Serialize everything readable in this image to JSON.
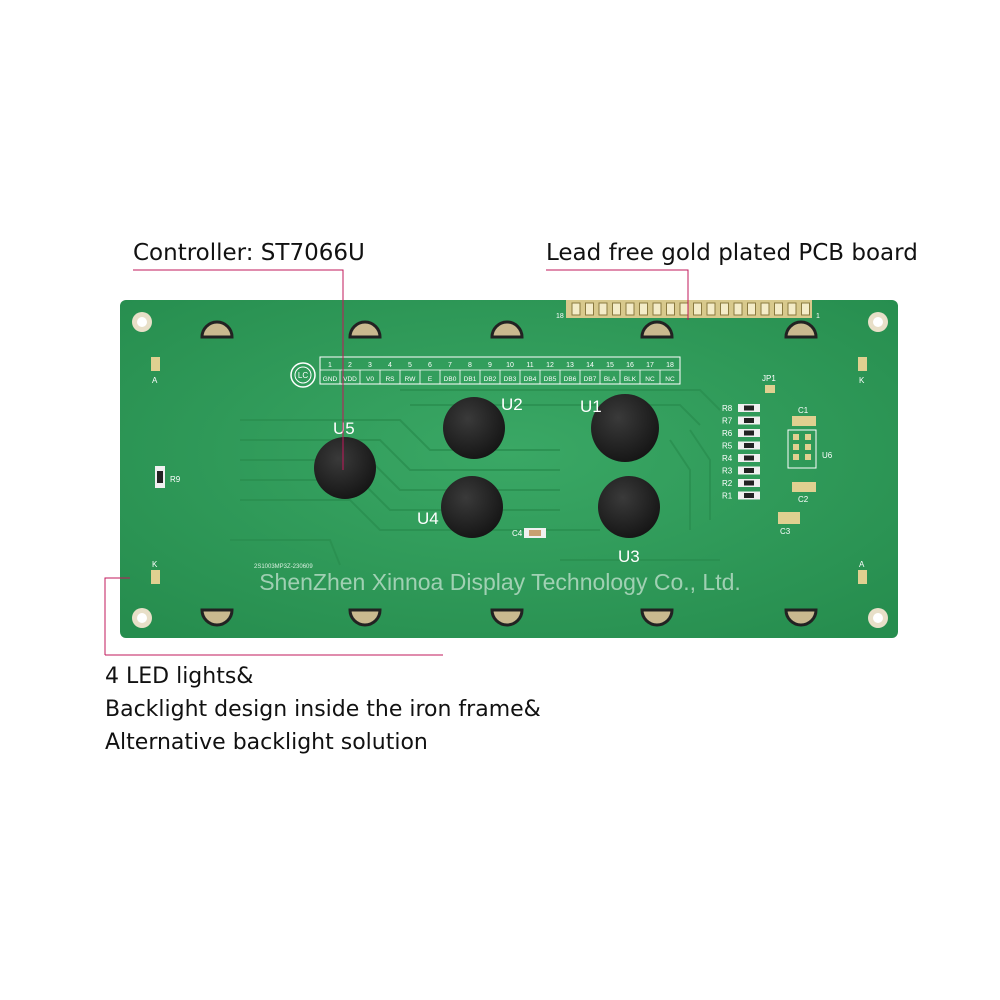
{
  "callouts": {
    "controller": "Controller: ST7066U",
    "pcb": "Lead free gold plated PCB board",
    "led_lines": [
      "4 LED lights&",
      "Backlight design inside the iron frame&",
      "Alternative backlight solution"
    ]
  },
  "board": {
    "watermark": "ShenZhen Xinnoa Display Technology Co., Ltd.",
    "logo_text": "LC",
    "serial": "2S1003MP3Z-230609",
    "pin_start": "18",
    "pin_end": "1",
    "pins": [
      {
        "num": "1",
        "name": "GND"
      },
      {
        "num": "2",
        "name": "VDD"
      },
      {
        "num": "3",
        "name": "V0"
      },
      {
        "num": "4",
        "name": "RS"
      },
      {
        "num": "5",
        "name": "RW"
      },
      {
        "num": "6",
        "name": "E"
      },
      {
        "num": "7",
        "name": "DB0"
      },
      {
        "num": "8",
        "name": "DB1"
      },
      {
        "num": "9",
        "name": "DB2"
      },
      {
        "num": "10",
        "name": "DB3"
      },
      {
        "num": "11",
        "name": "DB4"
      },
      {
        "num": "12",
        "name": "DB5"
      },
      {
        "num": "13",
        "name": "DB6"
      },
      {
        "num": "14",
        "name": "DB7"
      },
      {
        "num": "15",
        "name": "BLA"
      },
      {
        "num": "16",
        "name": "BLK"
      },
      {
        "num": "17",
        "name": "NC"
      },
      {
        "num": "18",
        "name": "NC"
      }
    ],
    "chips": [
      "U1",
      "U2",
      "U3",
      "U4",
      "U5"
    ],
    "components": {
      "r9": "R9",
      "c4": "C4",
      "jp1": "JP1",
      "u6": "U6",
      "c1": "C1",
      "c2": "C2",
      "c3": "C3",
      "resistors": [
        "R8",
        "R7",
        "R6",
        "R5",
        "R4",
        "R3",
        "R2",
        "R1"
      ]
    },
    "corner_labels": {
      "tl": "A",
      "tr": "K",
      "bl": "K",
      "br": "A"
    }
  },
  "colors": {
    "pcb": "#2f9e5a",
    "callout_line": "#c2185b",
    "chip": "#1b1b1b"
  }
}
